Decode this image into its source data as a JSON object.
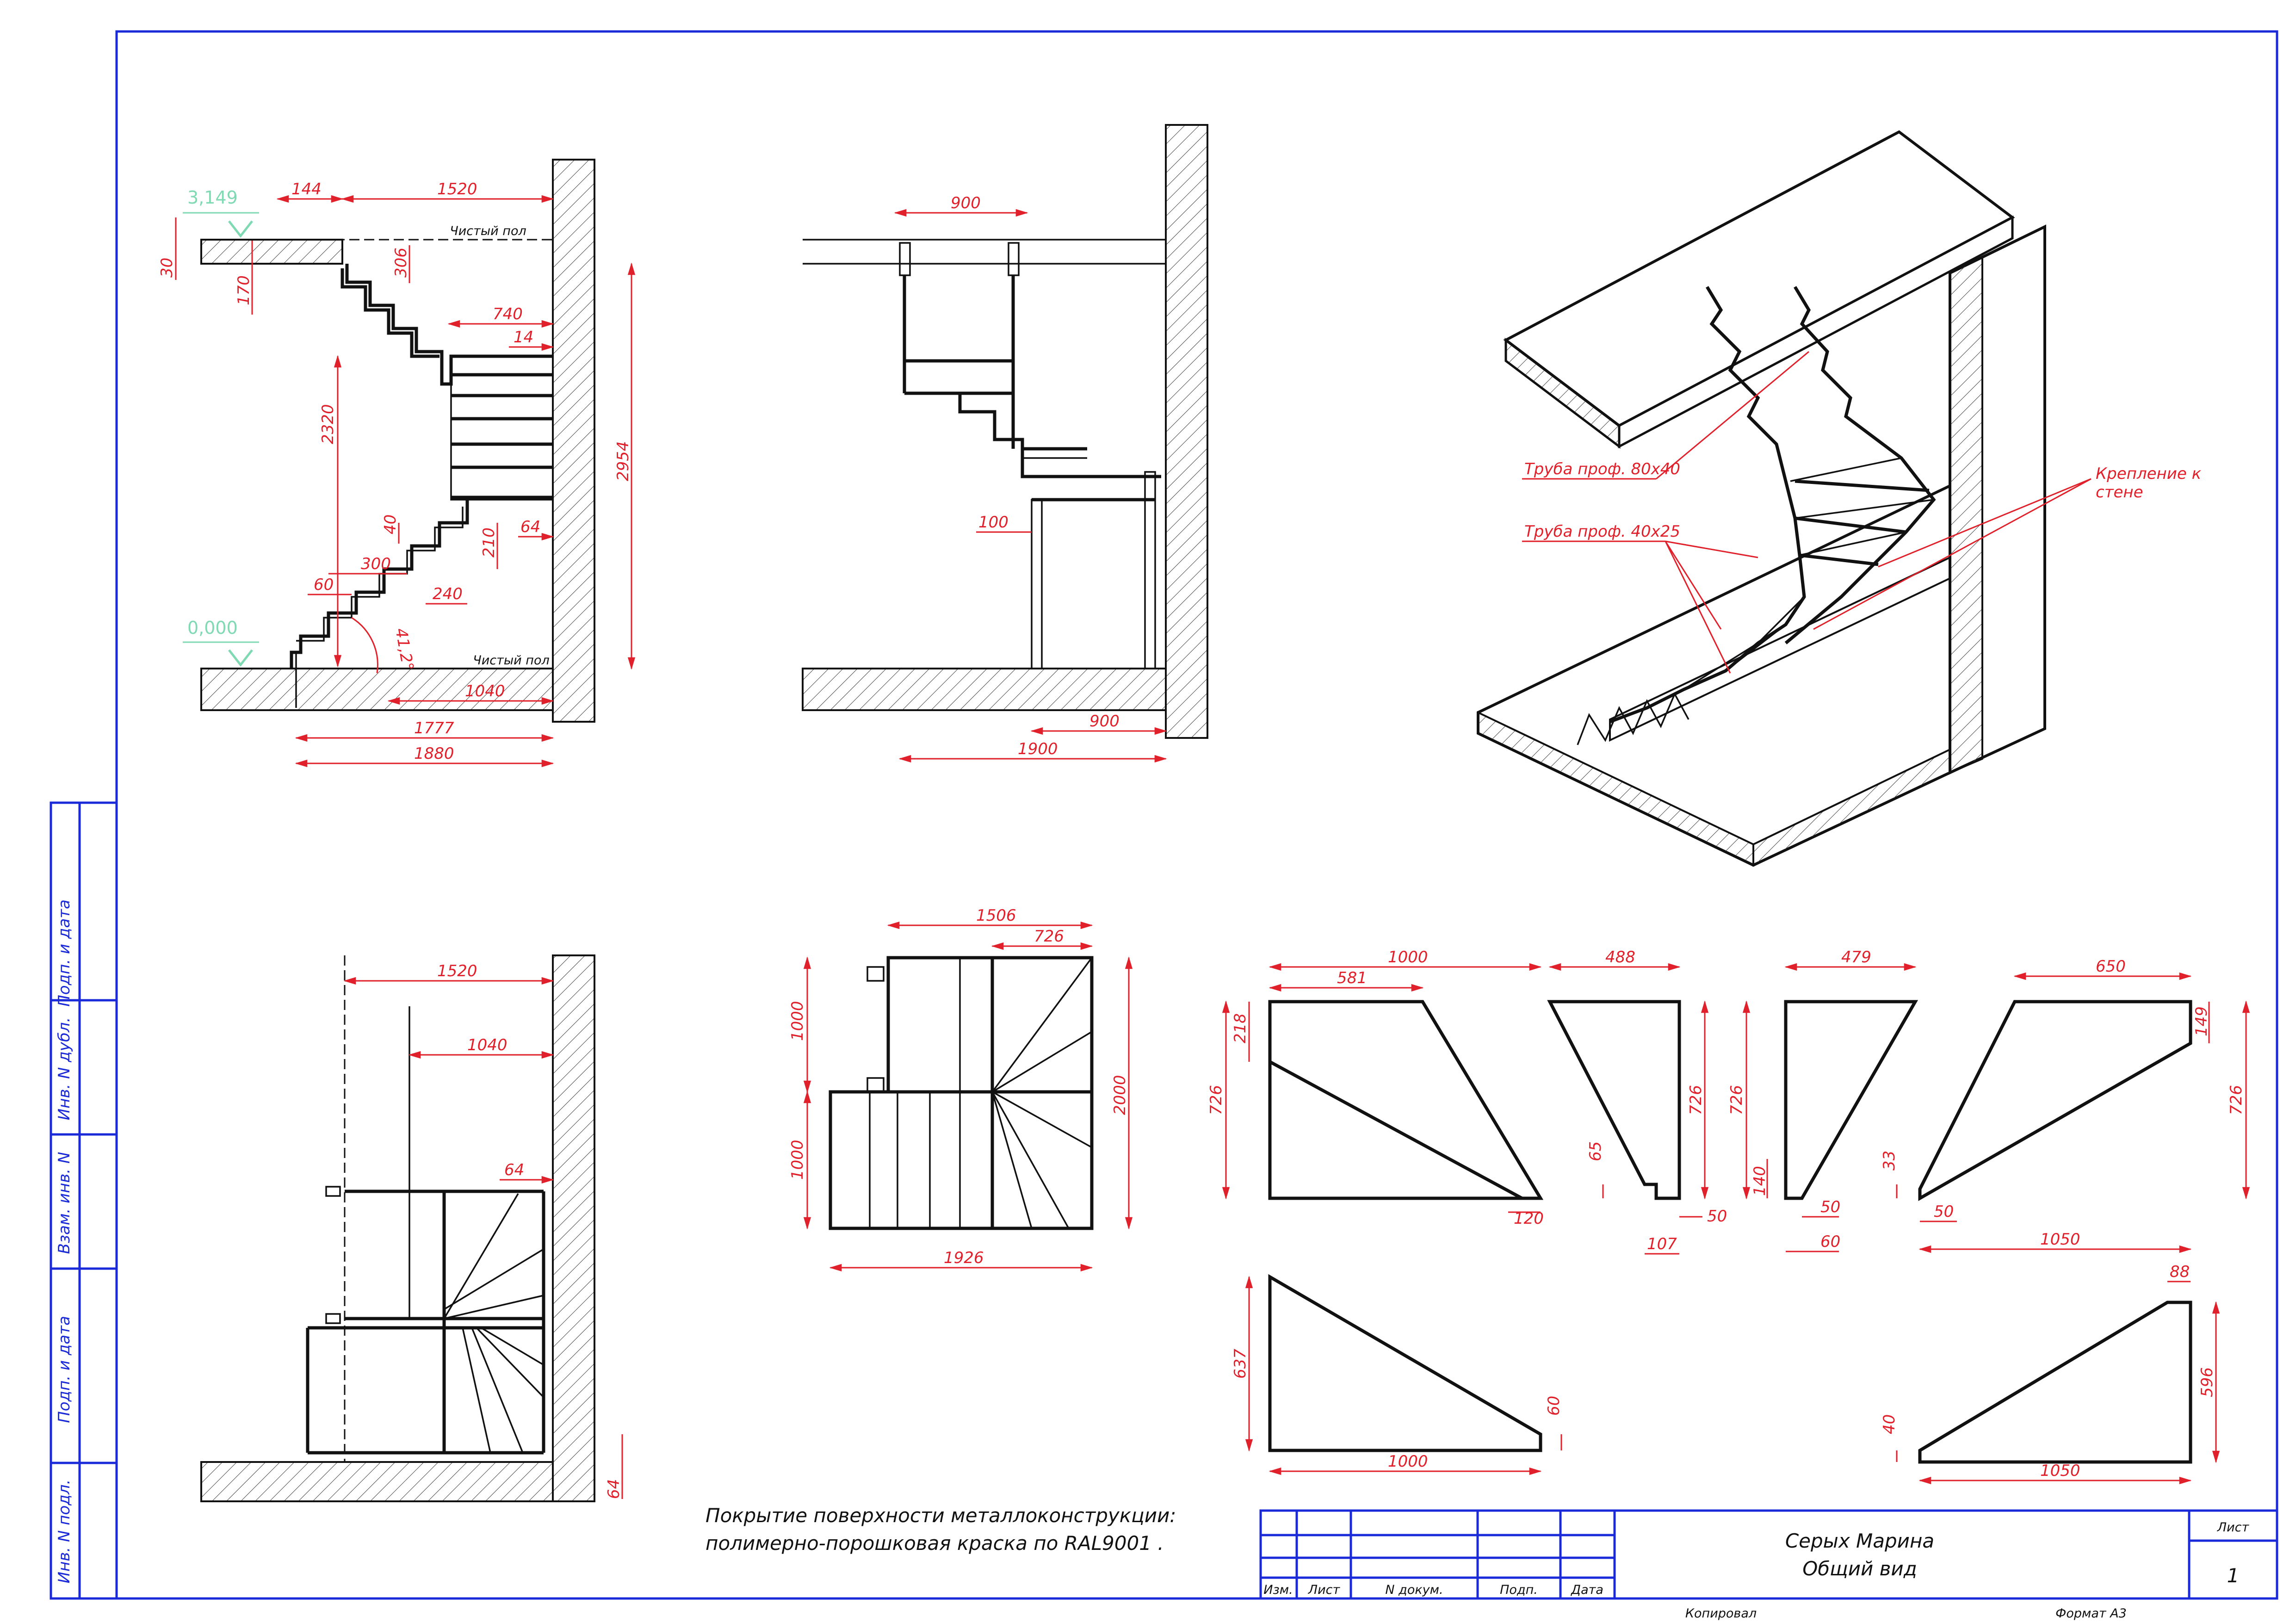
{
  "colors": {
    "dimension": "#e0202a",
    "frame": "#1a2ad8",
    "object": "#111111",
    "level_mark": "#7fd9b2"
  },
  "side_section": {
    "level_top": "3,149",
    "level_bottom": "0,000",
    "floor_label": "Чистый пол",
    "dims": {
      "d144": "144",
      "d1520": "1520",
      "d30": "30",
      "d170": "170",
      "d306": "306",
      "d740": "740",
      "d14": "14",
      "d2320": "2320",
      "d2954": "2954",
      "d64": "64",
      "d40": "40",
      "d210": "210",
      "d300": "300",
      "d240": "240",
      "d60": "60",
      "angle": "41,2°",
      "d1040": "1040",
      "d1777": "1777",
      "d1880": "1880"
    }
  },
  "front_section": {
    "dims": {
      "d900top": "900",
      "d100": "100",
      "d900": "900",
      "d1900": "1900"
    }
  },
  "iso": {
    "label_tube_80": "Труба проф. 80х40",
    "label_tube_40": "Труба проф. 40х25",
    "label_mount_1": "Крепление к",
    "label_mount_2": "стене"
  },
  "plan_section": {
    "dims": {
      "d1520": "1520",
      "d1040": "1040",
      "d64a": "64",
      "d64b": "64"
    }
  },
  "plan_top": {
    "dims": {
      "d1506": "1506",
      "d726": "726",
      "d1000a": "1000",
      "d1000b": "1000",
      "d2000": "2000",
      "d1926": "1926"
    }
  },
  "parts": {
    "p1": {
      "d1000": "1000",
      "d581": "581",
      "d218": "218",
      "d726": "726",
      "d120": "120"
    },
    "p2": {
      "d488": "488",
      "d726": "726",
      "d65": "65",
      "d50": "50",
      "d107": "107"
    },
    "p3": {
      "d479": "479",
      "d726": "726",
      "d140": "140",
      "d50": "50",
      "d60": "60"
    },
    "p4": {
      "d650": "650",
      "d149": "149",
      "d726": "726",
      "d33": "33",
      "d50": "50",
      "d1050": "1050"
    },
    "p5": {
      "d637": "637",
      "d60": "60",
      "d1000": "1000"
    },
    "p6": {
      "d88": "88",
      "d596": "596",
      "d40": "40",
      "d1050": "1050"
    }
  },
  "note": {
    "line1": "Покрытие поверхности металлоконструкции:",
    "line2": "полимерно-порошковая краска по RAL9001 ."
  },
  "title_block": {
    "author": "Серых Марина",
    "title": "Общий вид",
    "sheet_label": "Лист",
    "sheet_number": "1",
    "cols": [
      "Изм.",
      "Лист",
      "N докум.",
      "Подп.",
      "Дата"
    ],
    "copied": "Копировал",
    "format": "Формат А3"
  },
  "side_stamp": [
    "Подп. и дата",
    "Инв. N дубл.",
    "Взам. инв. N",
    "Подп. и дата",
    "Инв. N подл."
  ]
}
